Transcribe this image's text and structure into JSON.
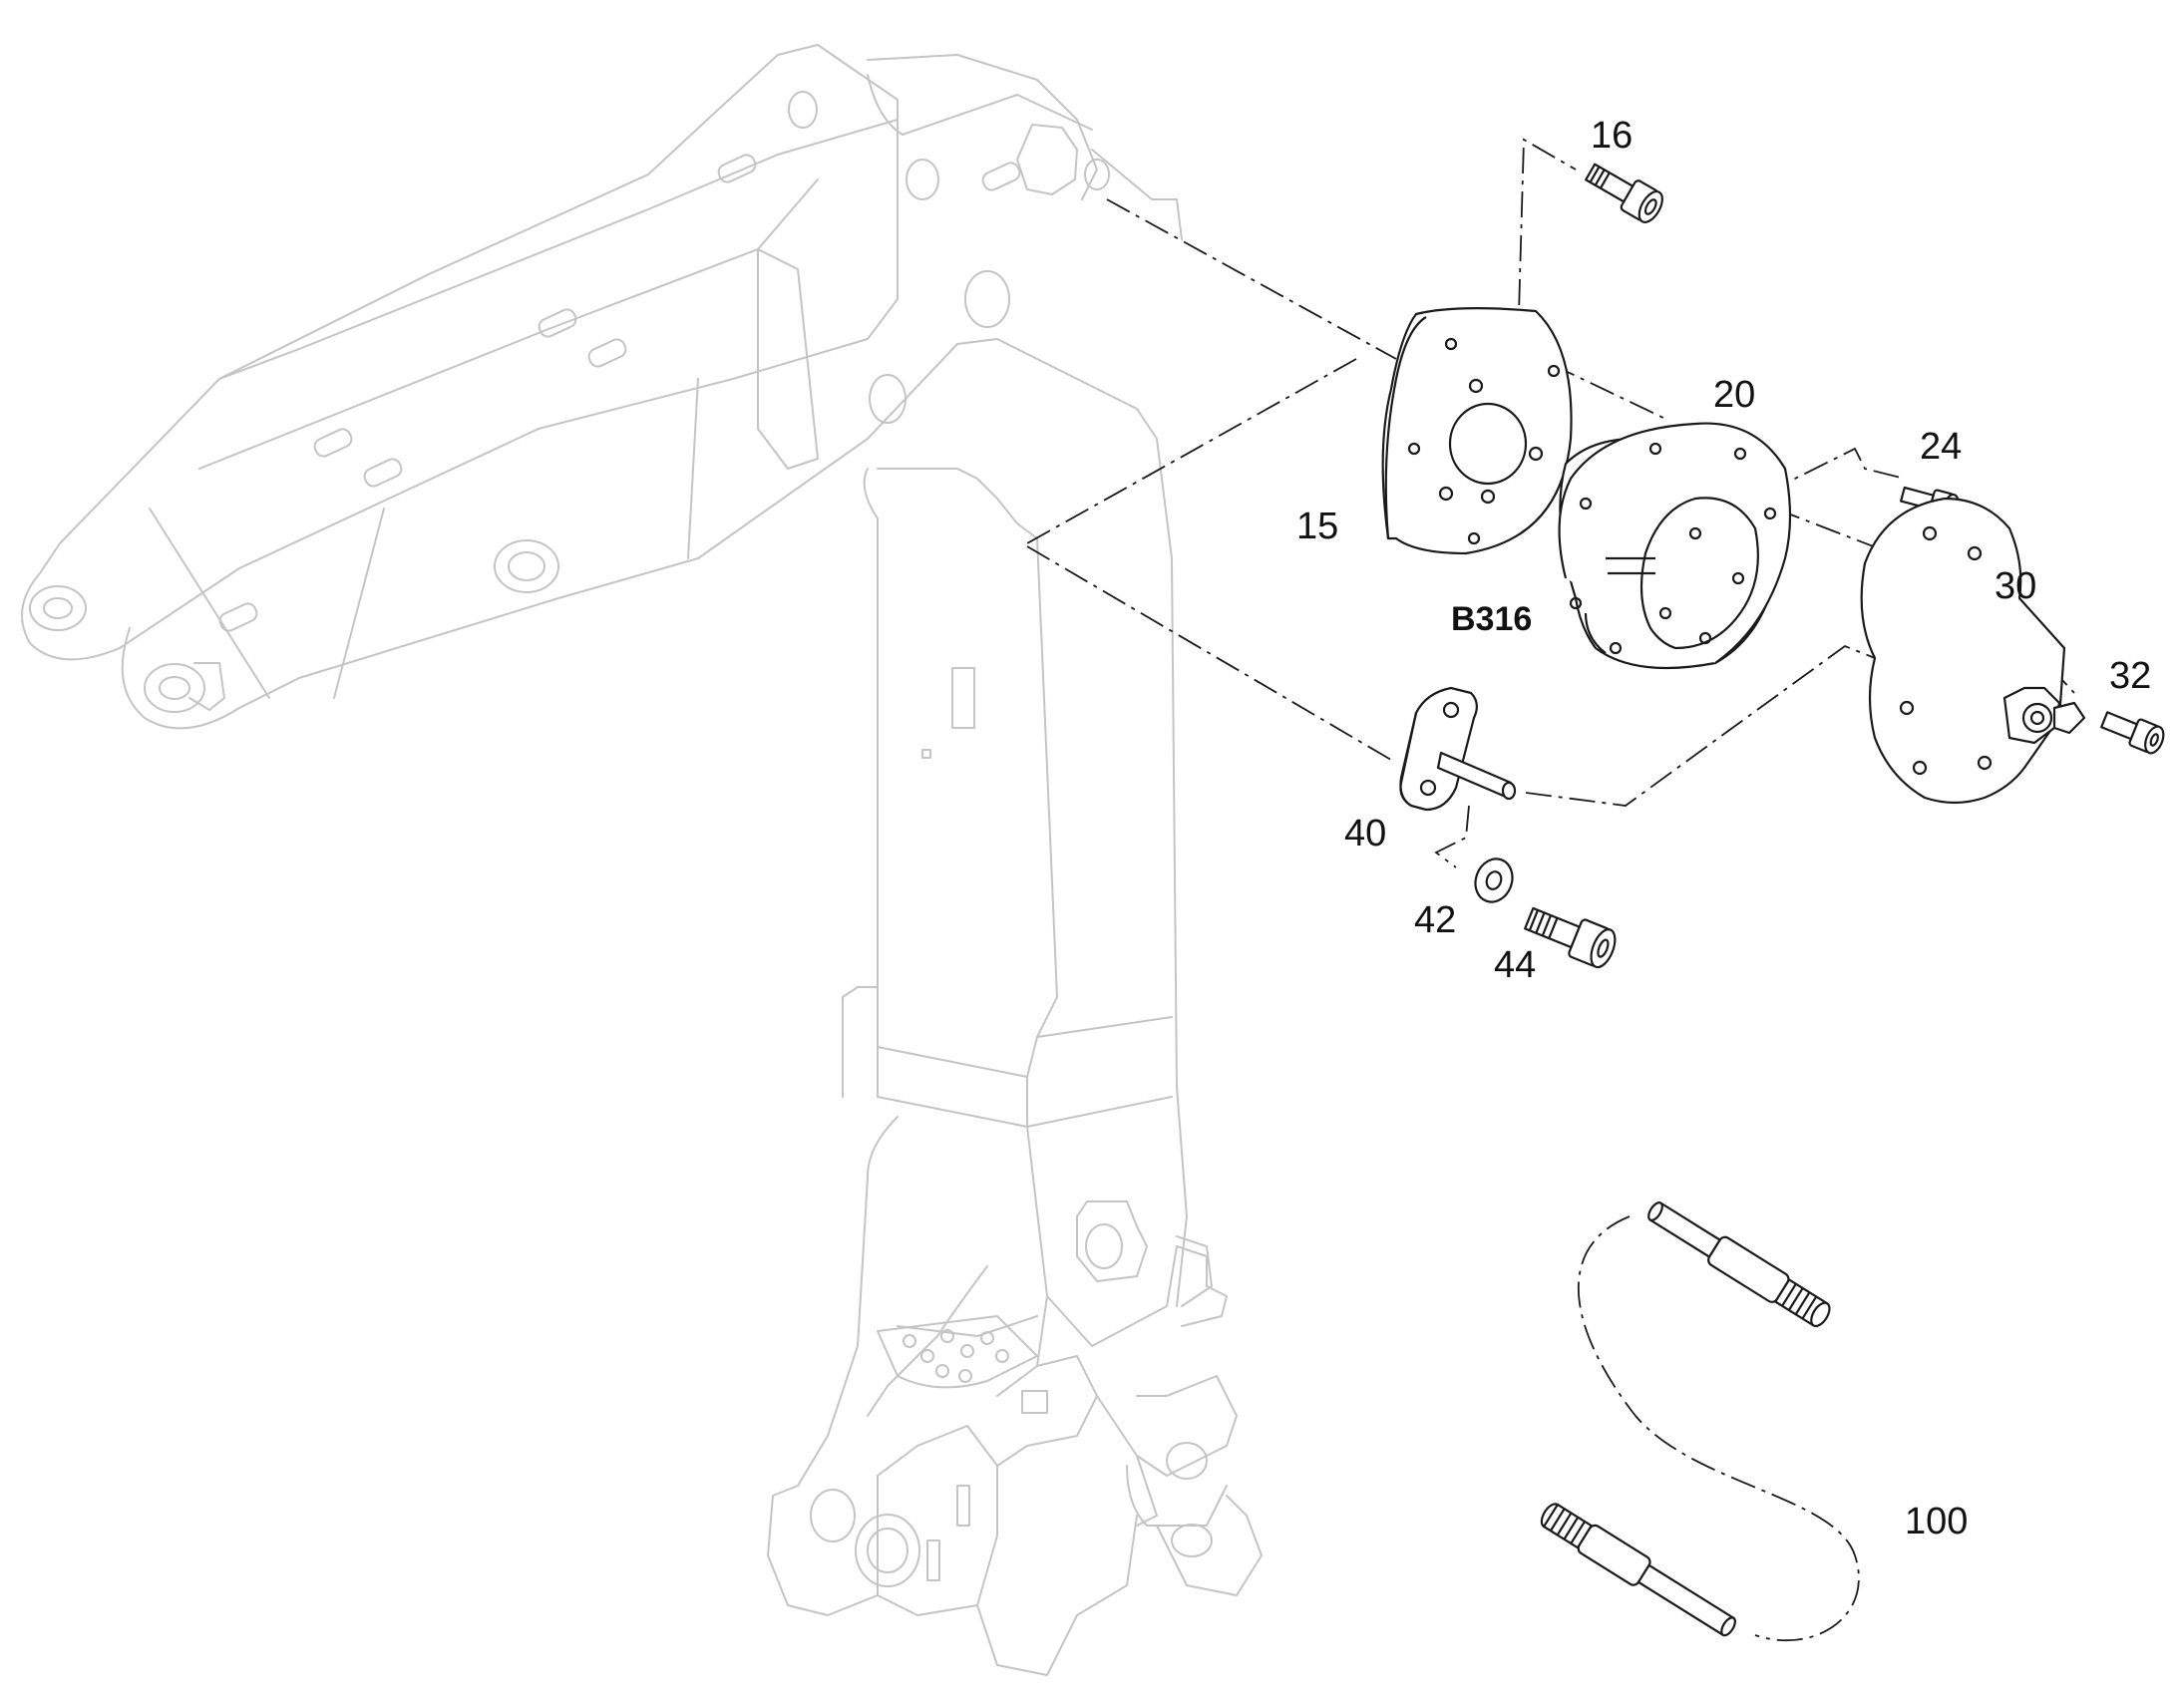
{
  "diagram": {
    "callouts": {
      "c15": "15",
      "c16": "16",
      "c20": "20",
      "c24": "24",
      "c30": "30",
      "c32": "32",
      "c40": "40",
      "c42": "42",
      "c44": "44",
      "c100": "100"
    },
    "component_code": "B316"
  }
}
